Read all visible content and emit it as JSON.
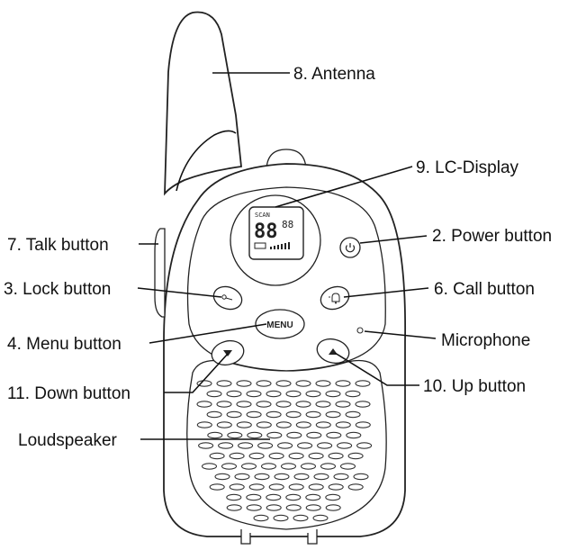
{
  "labels": {
    "antenna": "8. Antenna",
    "lc_display": "9. LC-Display",
    "talk_button": "7. Talk button",
    "power_button": "2. Power button",
    "lock_button": "3. Lock button",
    "call_button": "6. Call button",
    "menu_button": "4. Menu button",
    "microphone": "Microphone",
    "down_button": "11. Down button",
    "up_button": "10. Up button",
    "loudspeaker": "Loudspeaker"
  },
  "device": {
    "menu_key": "MENU",
    "lcd_scan": "SCAN",
    "lcd_digits": "88",
    "lcd_small_digits": "88"
  },
  "icons": {
    "power": "power-icon",
    "lock": "key-icon",
    "call": "bell-icon",
    "up": "triangle-up-icon",
    "down": "triangle-down-icon"
  }
}
